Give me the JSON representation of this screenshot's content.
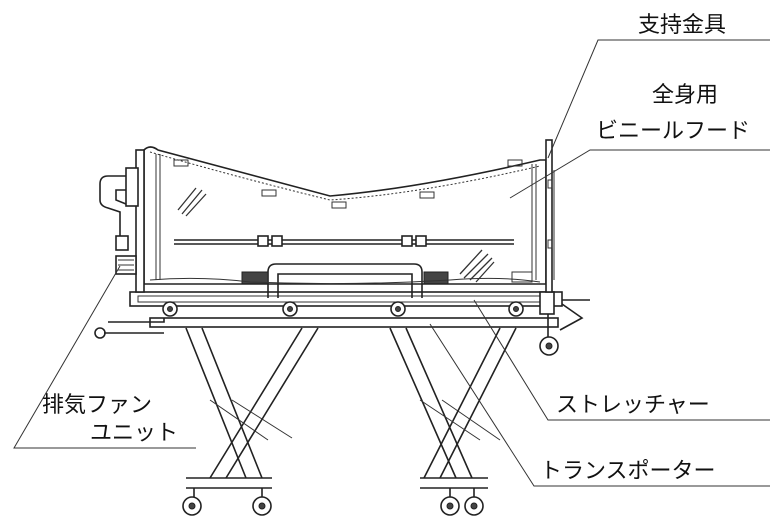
{
  "labels": {
    "support_bracket": "支持金具",
    "vinyl_hood_line1": "全身用",
    "vinyl_hood_line2": "ビニールフード",
    "exhaust_fan_line1": "排気ファン",
    "exhaust_fan_line2": "ユニット",
    "stretcher": "ストレッチャー",
    "transporter": "トランスポーター"
  },
  "colors": {
    "line": "#222222",
    "text": "#111111",
    "background": "#ffffff"
  }
}
